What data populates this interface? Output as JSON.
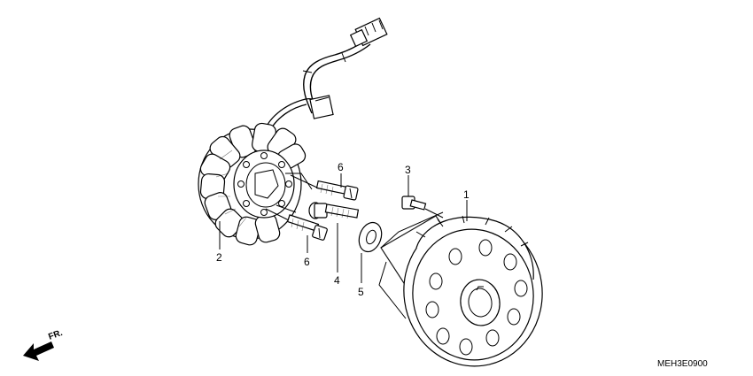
{
  "diagram": {
    "callouts": [
      {
        "id": "c1",
        "text": "1"
      },
      {
        "id": "c2",
        "text": "2"
      },
      {
        "id": "c3",
        "text": "3"
      },
      {
        "id": "c4",
        "text": "4"
      },
      {
        "id": "c5",
        "text": "5"
      },
      {
        "id": "c6a",
        "text": "6"
      },
      {
        "id": "c6b",
        "text": "6"
      }
    ],
    "direction_label": "FR.",
    "diagram_code": "MEH3E0900"
  }
}
